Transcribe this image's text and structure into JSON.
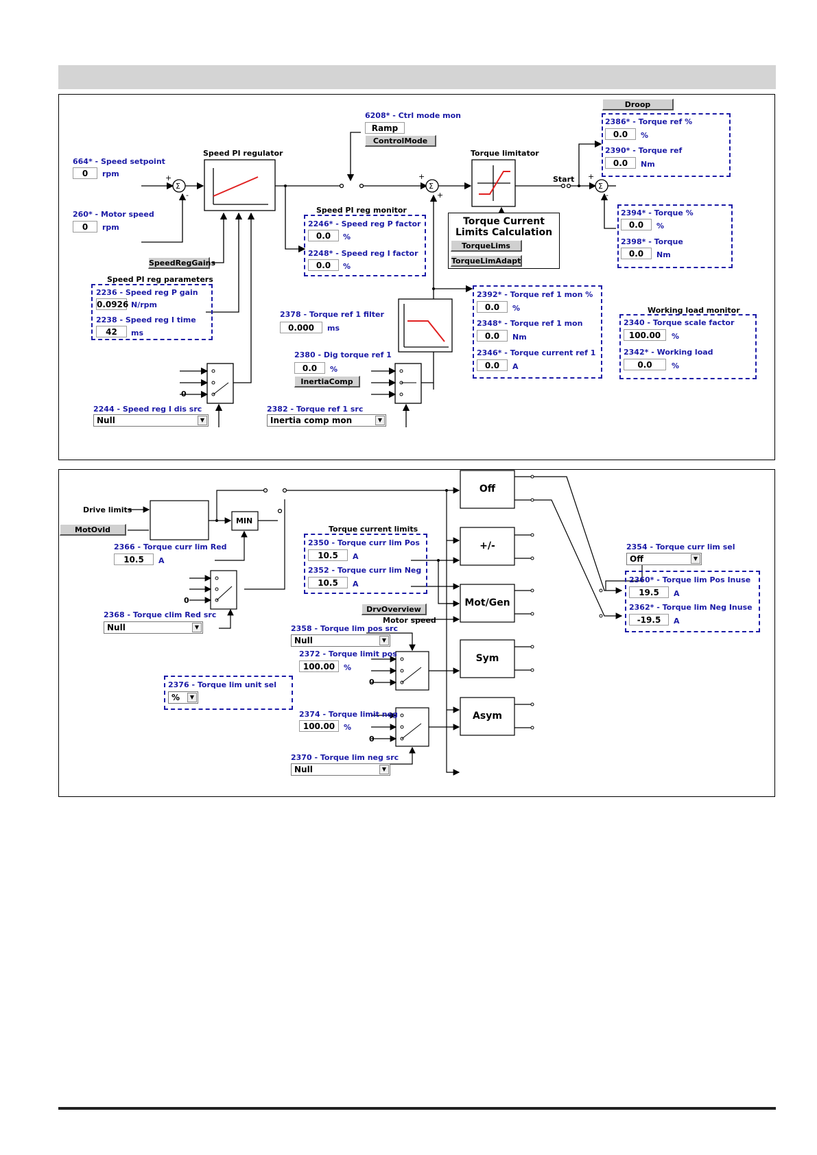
{
  "p1": {
    "speed_setpoint": {
      "label": "664* - Speed setpoint",
      "value": "0",
      "unit": "rpm"
    },
    "motor_speed": {
      "label": "260* - Motor speed",
      "value": "0",
      "unit": "rpm"
    },
    "speed_pi_regulator_title": "Speed PI regulator",
    "speed_reg_gains_btn": "SpeedRegGains",
    "speed_pi_params_title": "Speed PI reg parameters",
    "p_gain": {
      "label": "2236 - Speed reg P gain",
      "value": "0.0926",
      "unit": "N/rpm"
    },
    "i_time": {
      "label": "2238 - Speed reg I time",
      "value": "42",
      "unit": "ms"
    },
    "switch_zero": "0",
    "i_dis_src": {
      "label": "2244 - Speed reg I dis src",
      "value": "Null"
    },
    "ctrl_mode_mon": {
      "label": "6208* - Ctrl mode mon",
      "value": "Ramp"
    },
    "control_mode_btn": "ControlMode",
    "monitor_title": "Speed PI reg monitor",
    "p_factor": {
      "label": "2246* - Speed reg P factor",
      "value": "0.0",
      "unit": "%"
    },
    "i_factor": {
      "label": "2248* - Speed reg I factor",
      "value": "0.0",
      "unit": "%"
    },
    "ref1_filter": {
      "label": "2378 - Torque ref 1 filter",
      "value": "0.000",
      "unit": "ms"
    },
    "dig_torque_ref": {
      "label": "2380 - Dig torque ref 1",
      "value": "0.0",
      "unit": "%"
    },
    "inertia_comp_btn": "InertiaComp",
    "ref1_src": {
      "label": "2382 - Torque ref 1 src",
      "value": "Inertia comp mon"
    },
    "torque_limitator_title": "Torque limitator",
    "tcl_title": "Torque Current Limits Calculation",
    "torque_lims_btn": "TorqueLims",
    "torque_lim_adapt_btn": "TorqueLimAdapt",
    "start_label": "Start",
    "droop_btn": "Droop",
    "torque_ref_pct": {
      "label": "2386* - Torque ref %",
      "value": "0.0",
      "unit": "%"
    },
    "torque_ref": {
      "label": "2390* - Torque ref",
      "value": "0.0",
      "unit": "Nm"
    },
    "torque_pct": {
      "label": "2394* - Torque %",
      "value": "0.0",
      "unit": "%"
    },
    "torque": {
      "label": "2398* - Torque",
      "value": "0.0",
      "unit": "Nm"
    },
    "ref1_mon_pct": {
      "label": "2392* - Torque ref 1 mon %",
      "value": "0.0",
      "unit": "%"
    },
    "ref1_mon": {
      "label": "2348* - Torque ref 1 mon",
      "value": "0.0",
      "unit": "Nm"
    },
    "current_ref1": {
      "label": "2346* - Torque current ref 1",
      "value": "0.0",
      "unit": "A"
    },
    "working_load_title": "Working load monitor",
    "scale_factor": {
      "label": "2340 - Torque scale factor",
      "value": "100.00",
      "unit": "%"
    },
    "working_load": {
      "label": "2342* - Working load",
      "value": "0.0",
      "unit": "%"
    }
  },
  "p2": {
    "drive_limits": "Drive limits",
    "motovld_btn": "MotOvld",
    "min_label": "MIN",
    "curr_lim_red": {
      "label": "2366 - Torque curr lim Red",
      "value": "10.5",
      "unit": "A"
    },
    "switch_zero": "0",
    "clim_red_src": {
      "label": "2368 - Torque clim Red src",
      "value": "Null"
    },
    "curr_limits_title": "Torque current limits",
    "curr_lim_pos": {
      "label": "2350 - Torque curr lim Pos",
      "value": "10.5",
      "unit": "A"
    },
    "curr_lim_neg": {
      "label": "2352 - Torque curr lim Neg",
      "value": "10.5",
      "unit": "A"
    },
    "drv_overview_btn": "DrvOverview",
    "motor_speed": "Motor speed",
    "lim_pos_src": {
      "label": "2358 - Torque lim pos src",
      "value": "Null"
    },
    "limit_pos": {
      "label": "2372 - Torque limit pos",
      "value": "100.00",
      "unit": "%"
    },
    "unit_sel": {
      "label": "2376 - Torque lim unit sel",
      "value": "%"
    },
    "limit_neg": {
      "label": "2374 - Torque limit neg",
      "value": "100.00",
      "unit": "%"
    },
    "lim_neg_src": {
      "label": "2370 - Torque lim neg src",
      "value": "Null"
    },
    "modes": [
      "Off",
      "+/-",
      "Mot/Gen",
      "Sym",
      "Asym"
    ],
    "curr_lim_sel": {
      "label": "2354 - Torque curr lim sel",
      "value": "Off"
    },
    "lim_pos_inuse": {
      "label": "2360* - Torque lim Pos Inuse",
      "value": "19.5",
      "unit": "A"
    },
    "lim_neg_inuse": {
      "label": "2362* - Torque lim Neg Inuse",
      "value": "-19.5",
      "unit": "A"
    }
  }
}
